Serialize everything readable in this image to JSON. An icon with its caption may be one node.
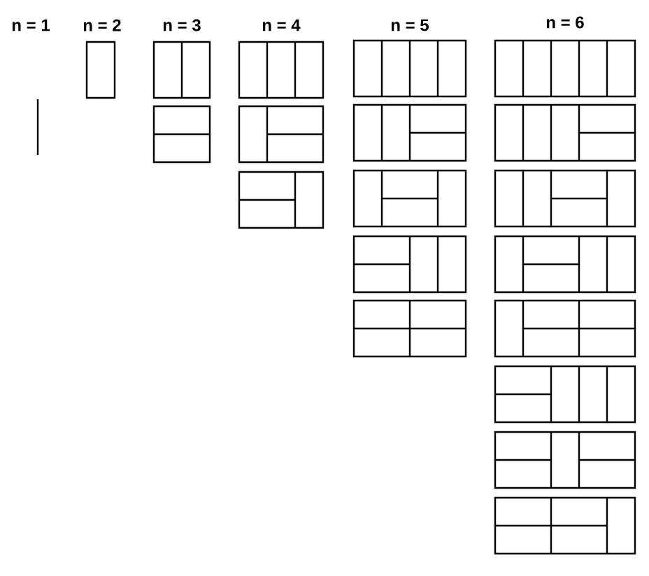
{
  "diagram": {
    "labels": [
      "n = 1",
      "n = 2",
      "n = 3",
      "n = 4",
      "n = 5",
      "n = 6"
    ]
  }
}
